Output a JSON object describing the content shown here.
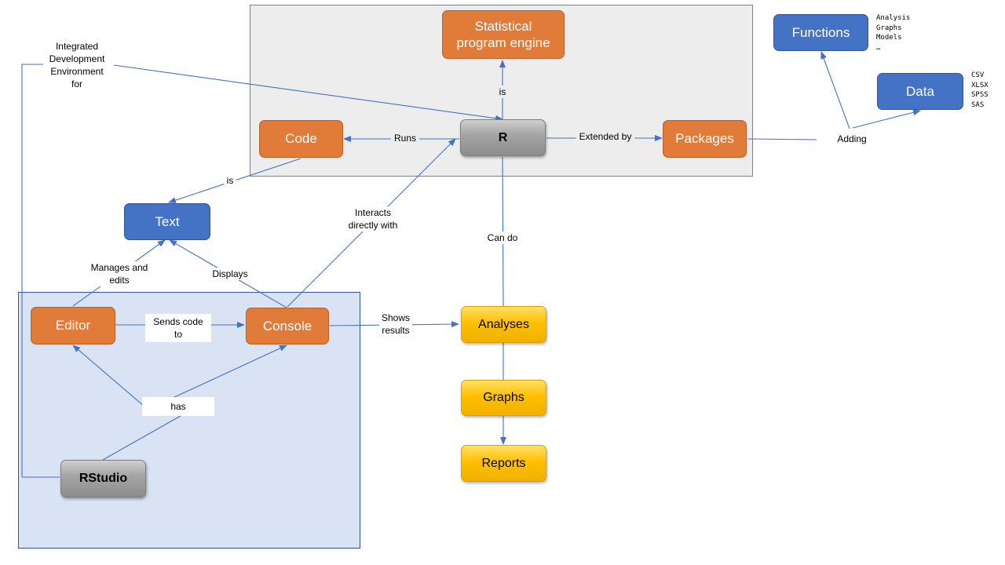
{
  "nodes": {
    "stat_engine": "Statistical\nprogram engine",
    "functions": "Functions",
    "data": "Data",
    "code": "Code",
    "r": "R",
    "packages": "Packages",
    "text": "Text",
    "editor": "Editor",
    "console": "Console",
    "rstudio": "RStudio",
    "analyses": "Analyses",
    "graphs": "Graphs",
    "reports": "Reports"
  },
  "edge_labels": {
    "ide_for": "Integrated\nDevelopment\nEnvironment\nfor",
    "is_engine": "is",
    "runs": "Runs",
    "extended_by": "Extended  by",
    "adding": "Adding",
    "code_is_text": "is",
    "interacts": "Interacts\ndirectly with",
    "can_do": "Can do",
    "manages": "Manages and\nedits",
    "displays": "Displays",
    "sends_code": "Sends code\nto",
    "shows_results": "Shows\nresults",
    "has": "has"
  },
  "lists": {
    "functions_items": [
      "Analysis",
      "Graphs",
      "Models",
      "…"
    ],
    "data_items": [
      "CSV",
      "XLSX",
      "SPSS",
      "SAS"
    ]
  },
  "colors": {
    "orange": "#e07b39",
    "blue": "#4472c4",
    "gray": "#a6a6a6",
    "yellow": "#ffc000",
    "connector": "#4472c4",
    "r_region": "#ededed",
    "rstudio_region": "#dae3f3"
  }
}
